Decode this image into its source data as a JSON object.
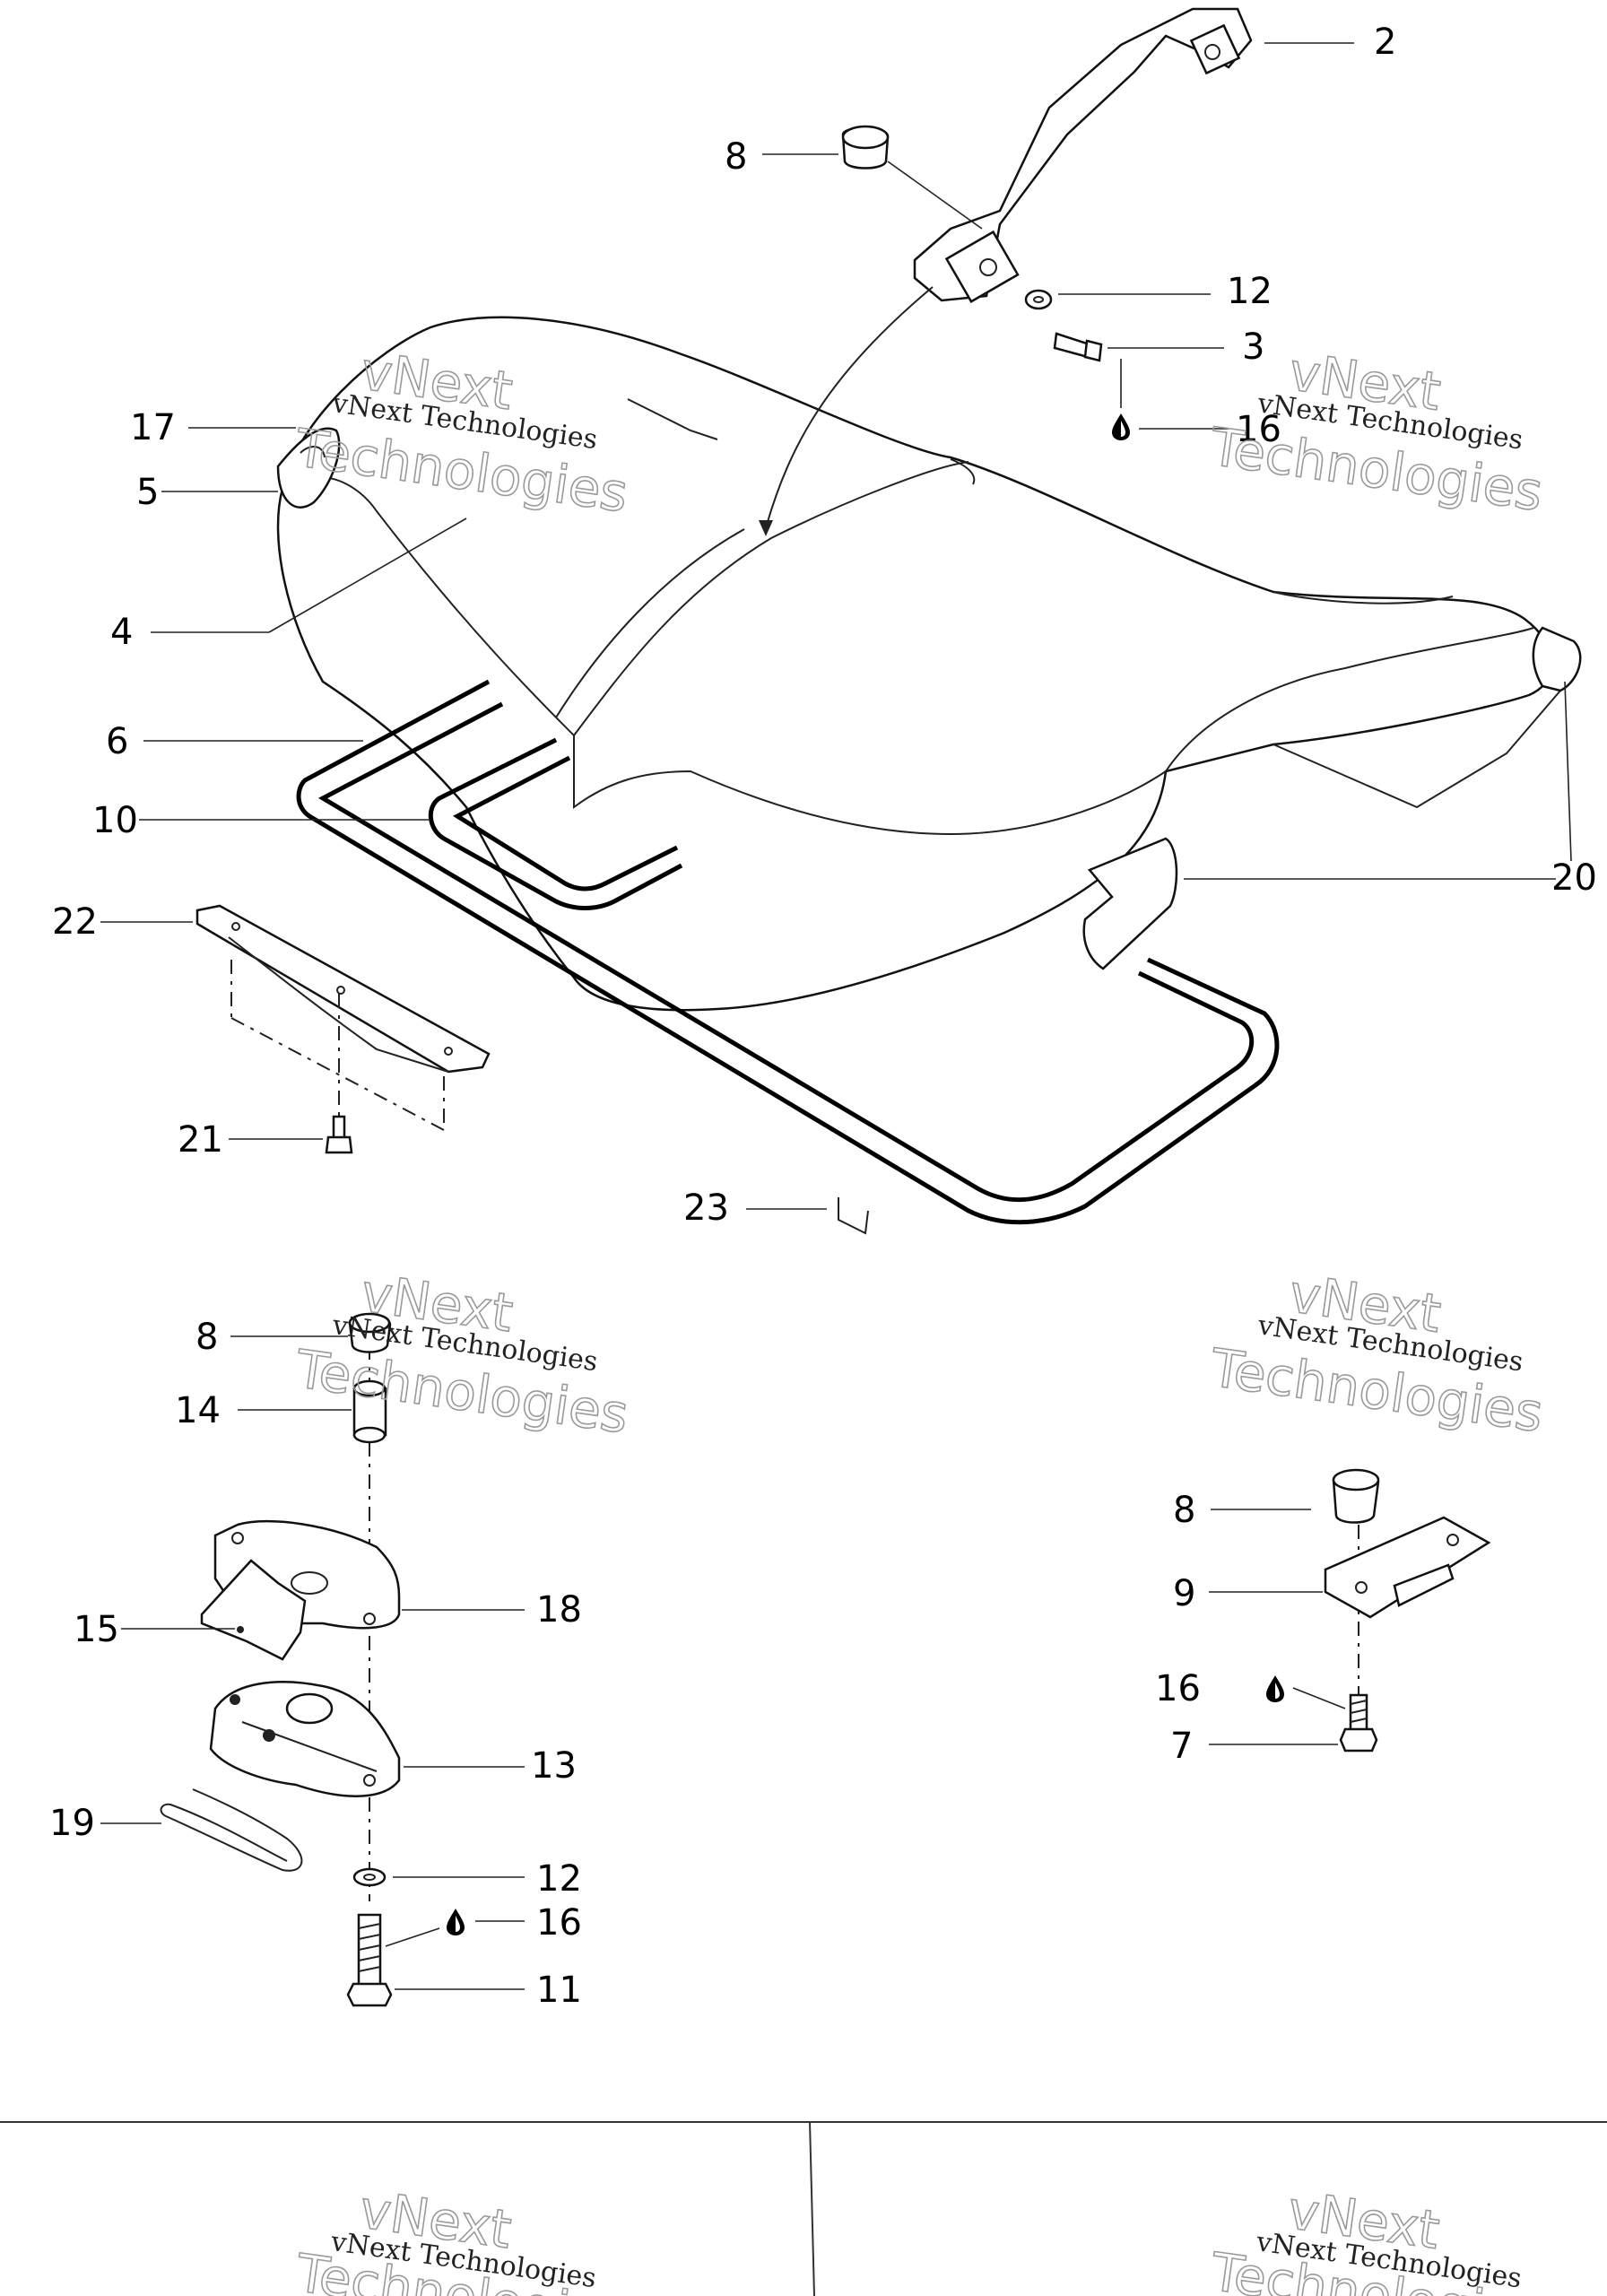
{
  "callouts": [
    {
      "id": "c2",
      "label": "2"
    },
    {
      "id": "c8a",
      "label": "8"
    },
    {
      "id": "c12a",
      "label": "12"
    },
    {
      "id": "c3",
      "label": "3"
    },
    {
      "id": "c16a",
      "label": "16"
    },
    {
      "id": "c17",
      "label": "17"
    },
    {
      "id": "c5",
      "label": "5"
    },
    {
      "id": "c4",
      "label": "4"
    },
    {
      "id": "c6",
      "label": "6"
    },
    {
      "id": "c10",
      "label": "10"
    },
    {
      "id": "c20",
      "label": "20"
    },
    {
      "id": "c22",
      "label": "22"
    },
    {
      "id": "c21",
      "label": "21"
    },
    {
      "id": "c23",
      "label": "23"
    },
    {
      "id": "c8b",
      "label": "8"
    },
    {
      "id": "c14",
      "label": "14"
    },
    {
      "id": "c18",
      "label": "18"
    },
    {
      "id": "c15",
      "label": "15"
    },
    {
      "id": "c13",
      "label": "13"
    },
    {
      "id": "c19",
      "label": "19"
    },
    {
      "id": "c12b",
      "label": "12"
    },
    {
      "id": "c16b",
      "label": "16"
    },
    {
      "id": "c11",
      "label": "11"
    },
    {
      "id": "c8c",
      "label": "8"
    },
    {
      "id": "c9",
      "label": "9"
    },
    {
      "id": "c16c",
      "label": "16"
    },
    {
      "id": "c7",
      "label": "7"
    }
  ],
  "watermark": {
    "line": "vNext Technologies",
    "word1": "vNext",
    "word2": "Technologies"
  },
  "colors": {
    "ink": "#111111",
    "background": "#ffffff",
    "watermark_outline": "#9a9a9a"
  },
  "icons": [
    "oil-drop-icon"
  ]
}
